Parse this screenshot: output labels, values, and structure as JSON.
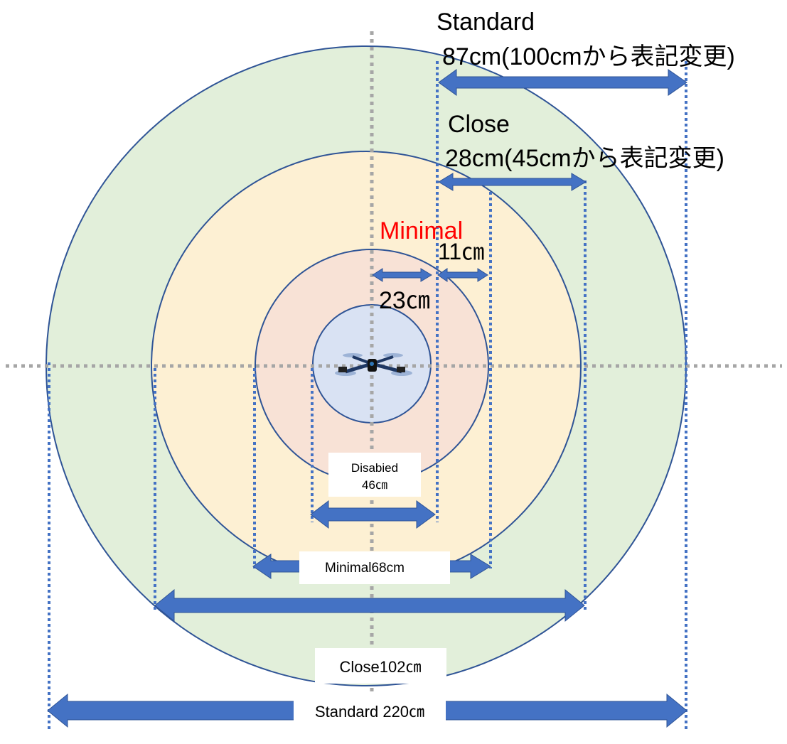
{
  "zones": {
    "standard": {
      "title": "Standard",
      "sub": "87cm(100cmから表記変更)",
      "total": "Standard 220㎝"
    },
    "close": {
      "title": "Close",
      "sub": "28cm(45cmから表記変更)",
      "total": "Close102㎝"
    },
    "minimal": {
      "title": "Minimal",
      "radius": "11㎝",
      "total": "Minimal68cm"
    },
    "disabled": {
      "radius": "23㎝",
      "label_line1": "Disabied",
      "label_line2": "46㎝"
    }
  },
  "colors": {
    "standard_fill": "#e2efda",
    "close_fill": "#fdf0d3",
    "minimal_fill": "#f8e2d6",
    "disabled_fill": "#d9e2f3",
    "ring_stroke": "#2f5496",
    "dim_line": "#4472c4",
    "arrow_fill": "#4472c4",
    "axis_line": "#a6a6a6",
    "minimal_title": "#ff0000"
  },
  "icons": {
    "center": "drone-icon"
  }
}
